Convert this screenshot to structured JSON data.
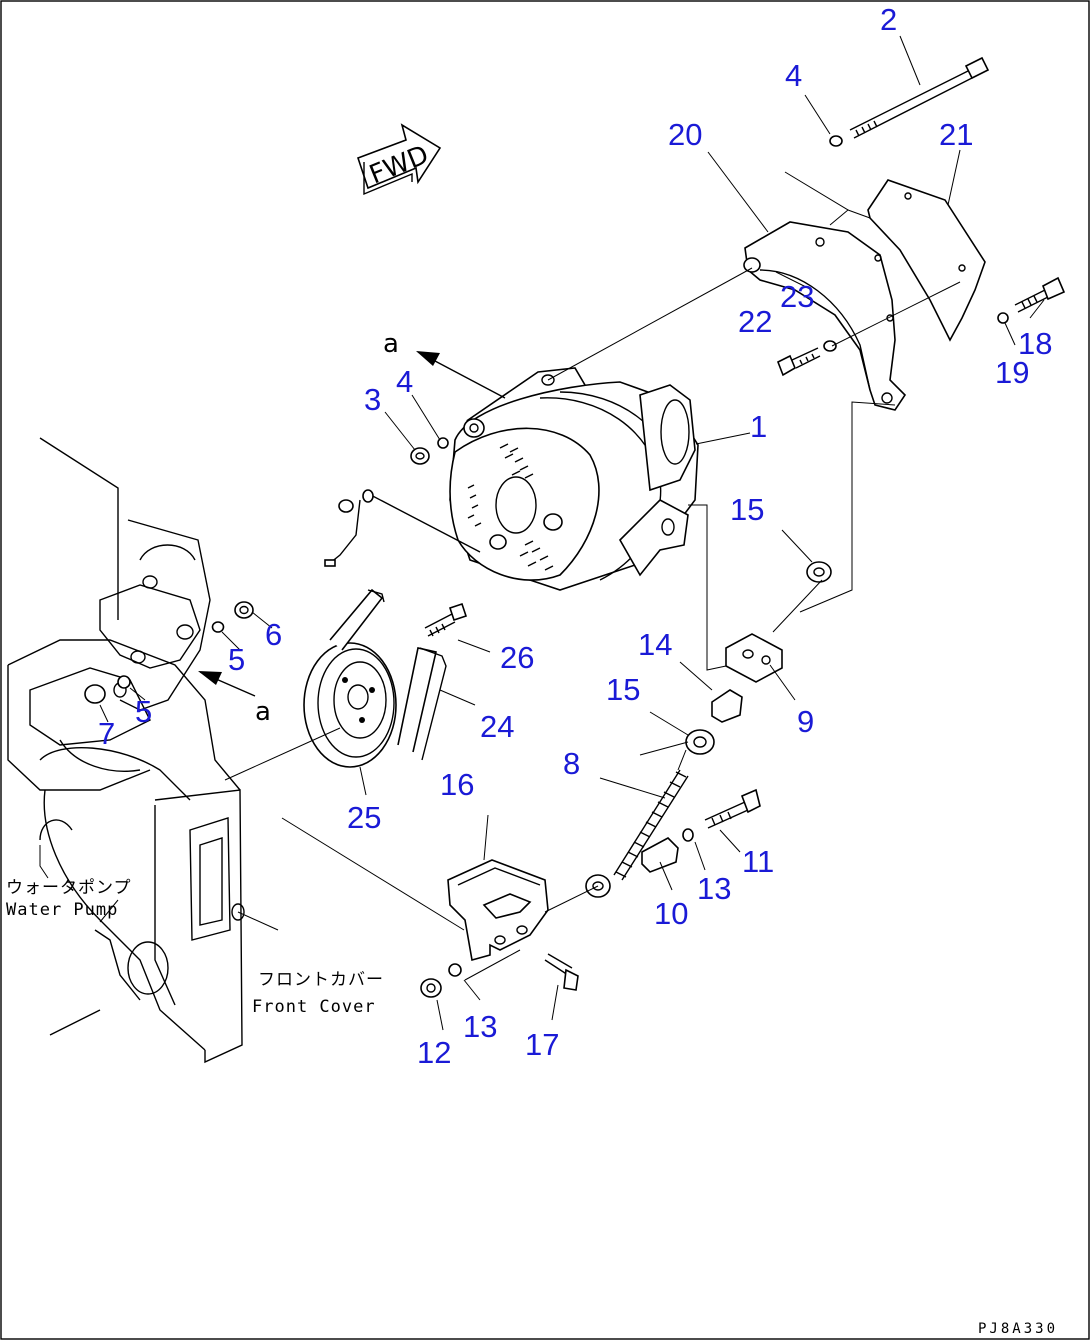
{
  "callouts": [
    "1",
    "2",
    "3",
    "4",
    "4",
    "5",
    "5",
    "6",
    "7",
    "8",
    "9",
    "10",
    "11",
    "12",
    "13",
    "13",
    "14",
    "15",
    "15",
    "16",
    "17",
    "18",
    "19",
    "20",
    "21",
    "22",
    "23",
    "24",
    "25",
    "26"
  ],
  "direction_marker": "FWD",
  "view_marker": "a",
  "labels": {
    "water_pump_jp": "ウォータポンプ",
    "water_pump_en": "Water Pump",
    "front_cover_jp": "フロントカバー",
    "front_cover_en": "Front Cover"
  },
  "drawing_code": "PJ8A330",
  "colors": {
    "callout": "#1a1ad6",
    "line": "#000000",
    "background": "#ffffff"
  }
}
